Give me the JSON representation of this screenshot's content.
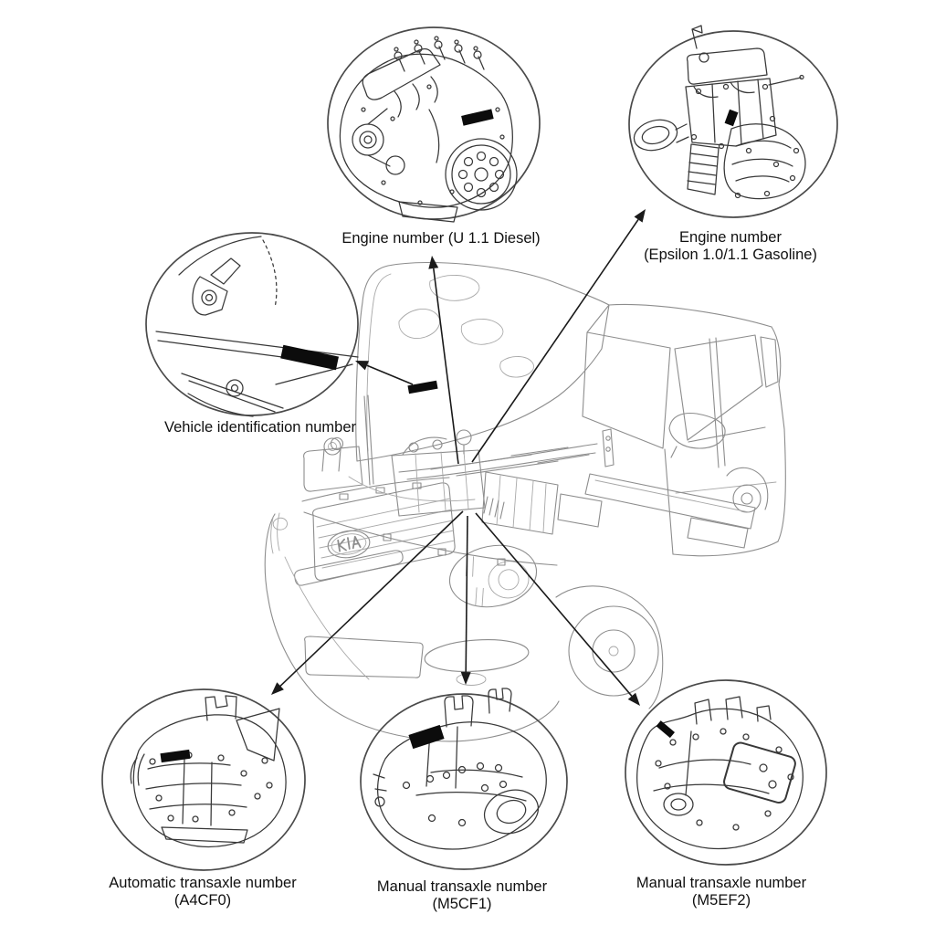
{
  "theme": {
    "bg": "#ffffff",
    "line_car": "#8d8d8d",
    "line_detail": "#383838",
    "line_ring": "#4a4a4a",
    "arrow": "#1a1a1a",
    "marker": "#0c0c0c",
    "text": "#101010"
  },
  "callouts": [
    {
      "name": "engine-diesel",
      "lines": [
        "Engine number (U 1.1 Diesel)"
      ]
    },
    {
      "name": "engine-gasoline",
      "lines": [
        "Engine number",
        "(Epsilon 1.0/1.1 Gasoline)"
      ]
    },
    {
      "name": "vin",
      "lines": [
        "Vehicle identification number"
      ]
    },
    {
      "name": "automatic-transaxle",
      "lines": [
        "Automatic transaxle number",
        "(A4CF0)"
      ]
    },
    {
      "name": "manual-transaxle-m5cf1",
      "lines": [
        "Manual transaxle number",
        "(M5CF1)"
      ]
    },
    {
      "name": "manual-transaxle-m5ef2",
      "lines": [
        "Manual transaxle number",
        "(M5EF2)"
      ]
    }
  ]
}
